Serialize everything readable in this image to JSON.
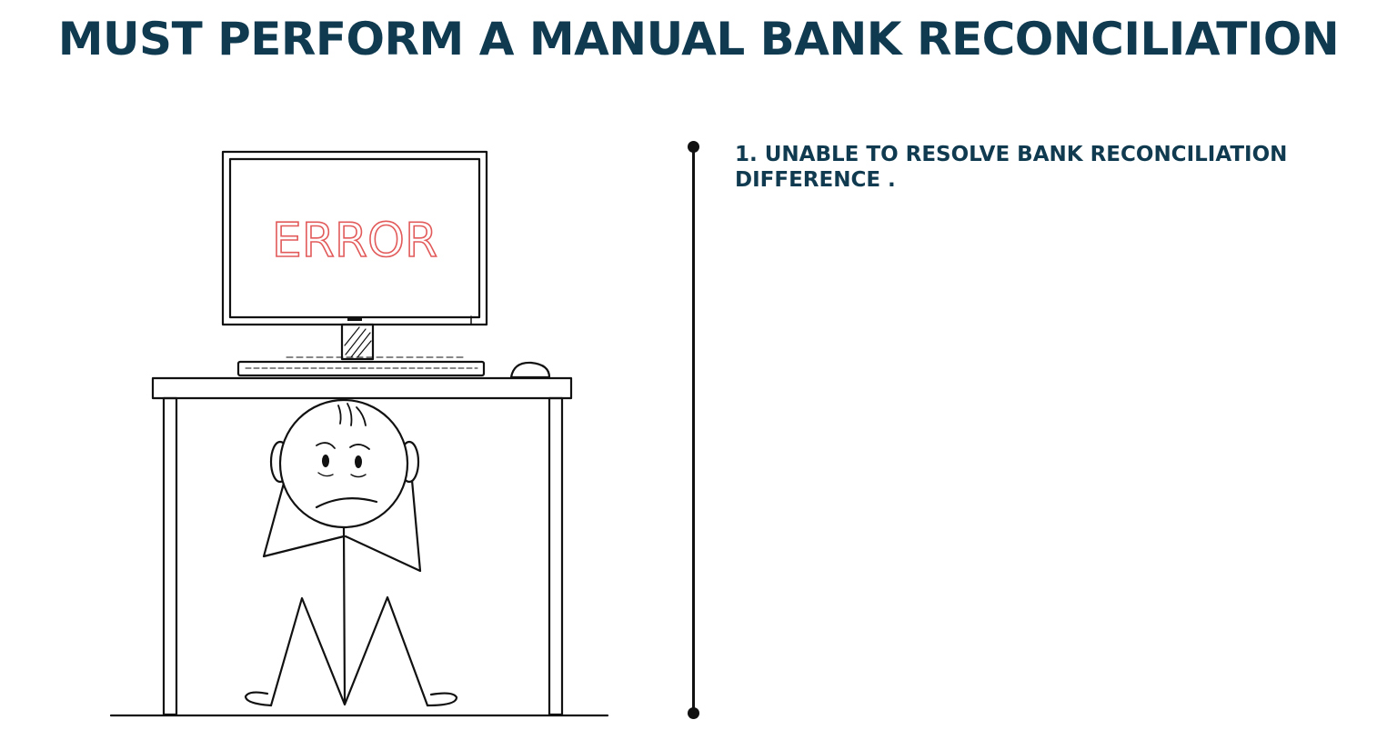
{
  "slide": {
    "title": "MUST PERFORM A MANUAL BANK RECONCILIATION",
    "points": [
      {
        "text": "1. UNABLE TO RESOLVE BANK RECONCILIATION DIFFERENCE ."
      }
    ]
  },
  "illustration": {
    "icon": "worried-stick-figure-under-desk-with-error-monitor",
    "screen_text": "ERROR",
    "screen_text_color": "#e25a5a"
  },
  "colors": {
    "title": "#0f3a4f",
    "timeline": "#111111"
  }
}
